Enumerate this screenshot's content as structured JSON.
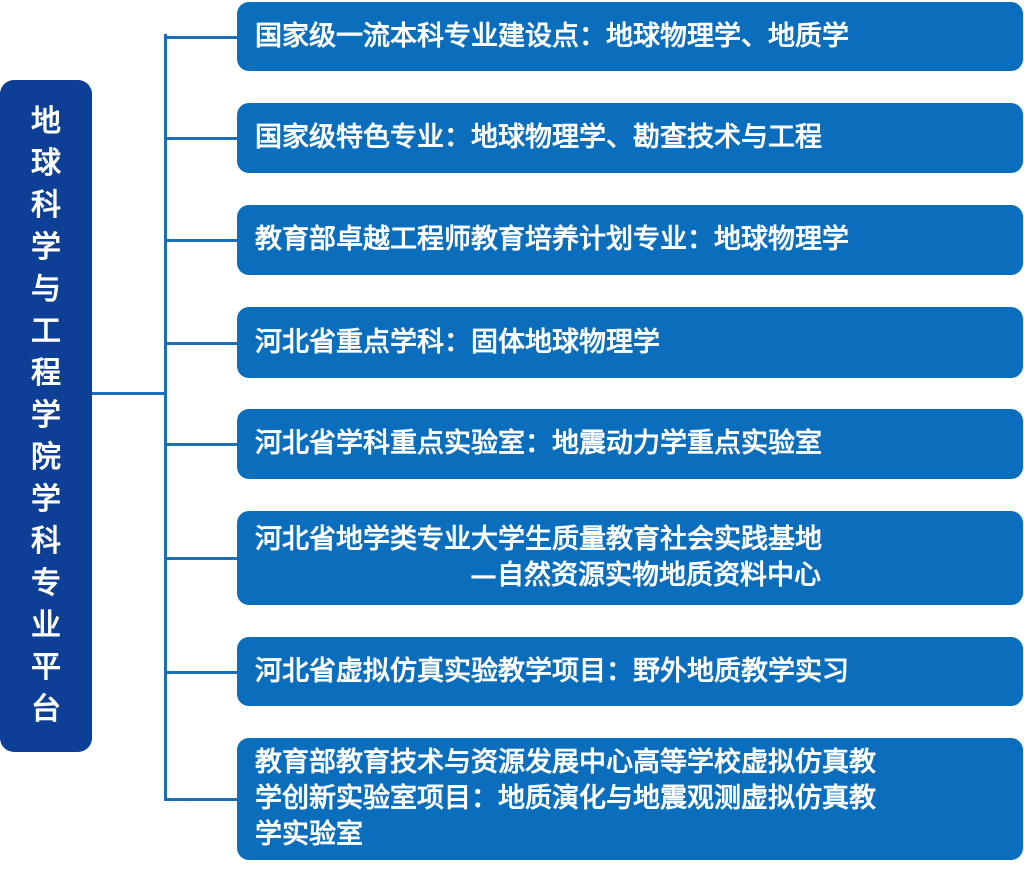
{
  "root": {
    "title": "地球科学与工程学院学科专业平台"
  },
  "items": [
    {
      "lines": [
        "国家级一流本科专业建设点：地球物理学、地质学"
      ]
    },
    {
      "lines": [
        "国家级特色专业：地球物理学、勘查技术与工程"
      ]
    },
    {
      "lines": [
        "教育部卓越工程师教育培养计划专业：地球物理学"
      ]
    },
    {
      "lines": [
        "河北省重点学科：固体地球物理学"
      ]
    },
    {
      "lines": [
        "河北省学科重点实验室：地震动力学重点实验室"
      ]
    },
    {
      "lines": [
        "河北省地学类专业大学生质量教育社会实践基地",
        "—自然资源实物地质资料中心"
      ]
    },
    {
      "lines": [
        "河北省虚拟仿真实验教学项目：野外地质教学实习"
      ]
    },
    {
      "lines": [
        "教育部教育技术与资源发展中心高等学校虚拟仿真教",
        "学创新实验室项目：地质演化与地震观测虚拟仿真教",
        "学实验室"
      ]
    }
  ],
  "colors": {
    "root": "#0d3f96",
    "box": "#0a6ebd",
    "connector": "#1b6fb8"
  }
}
